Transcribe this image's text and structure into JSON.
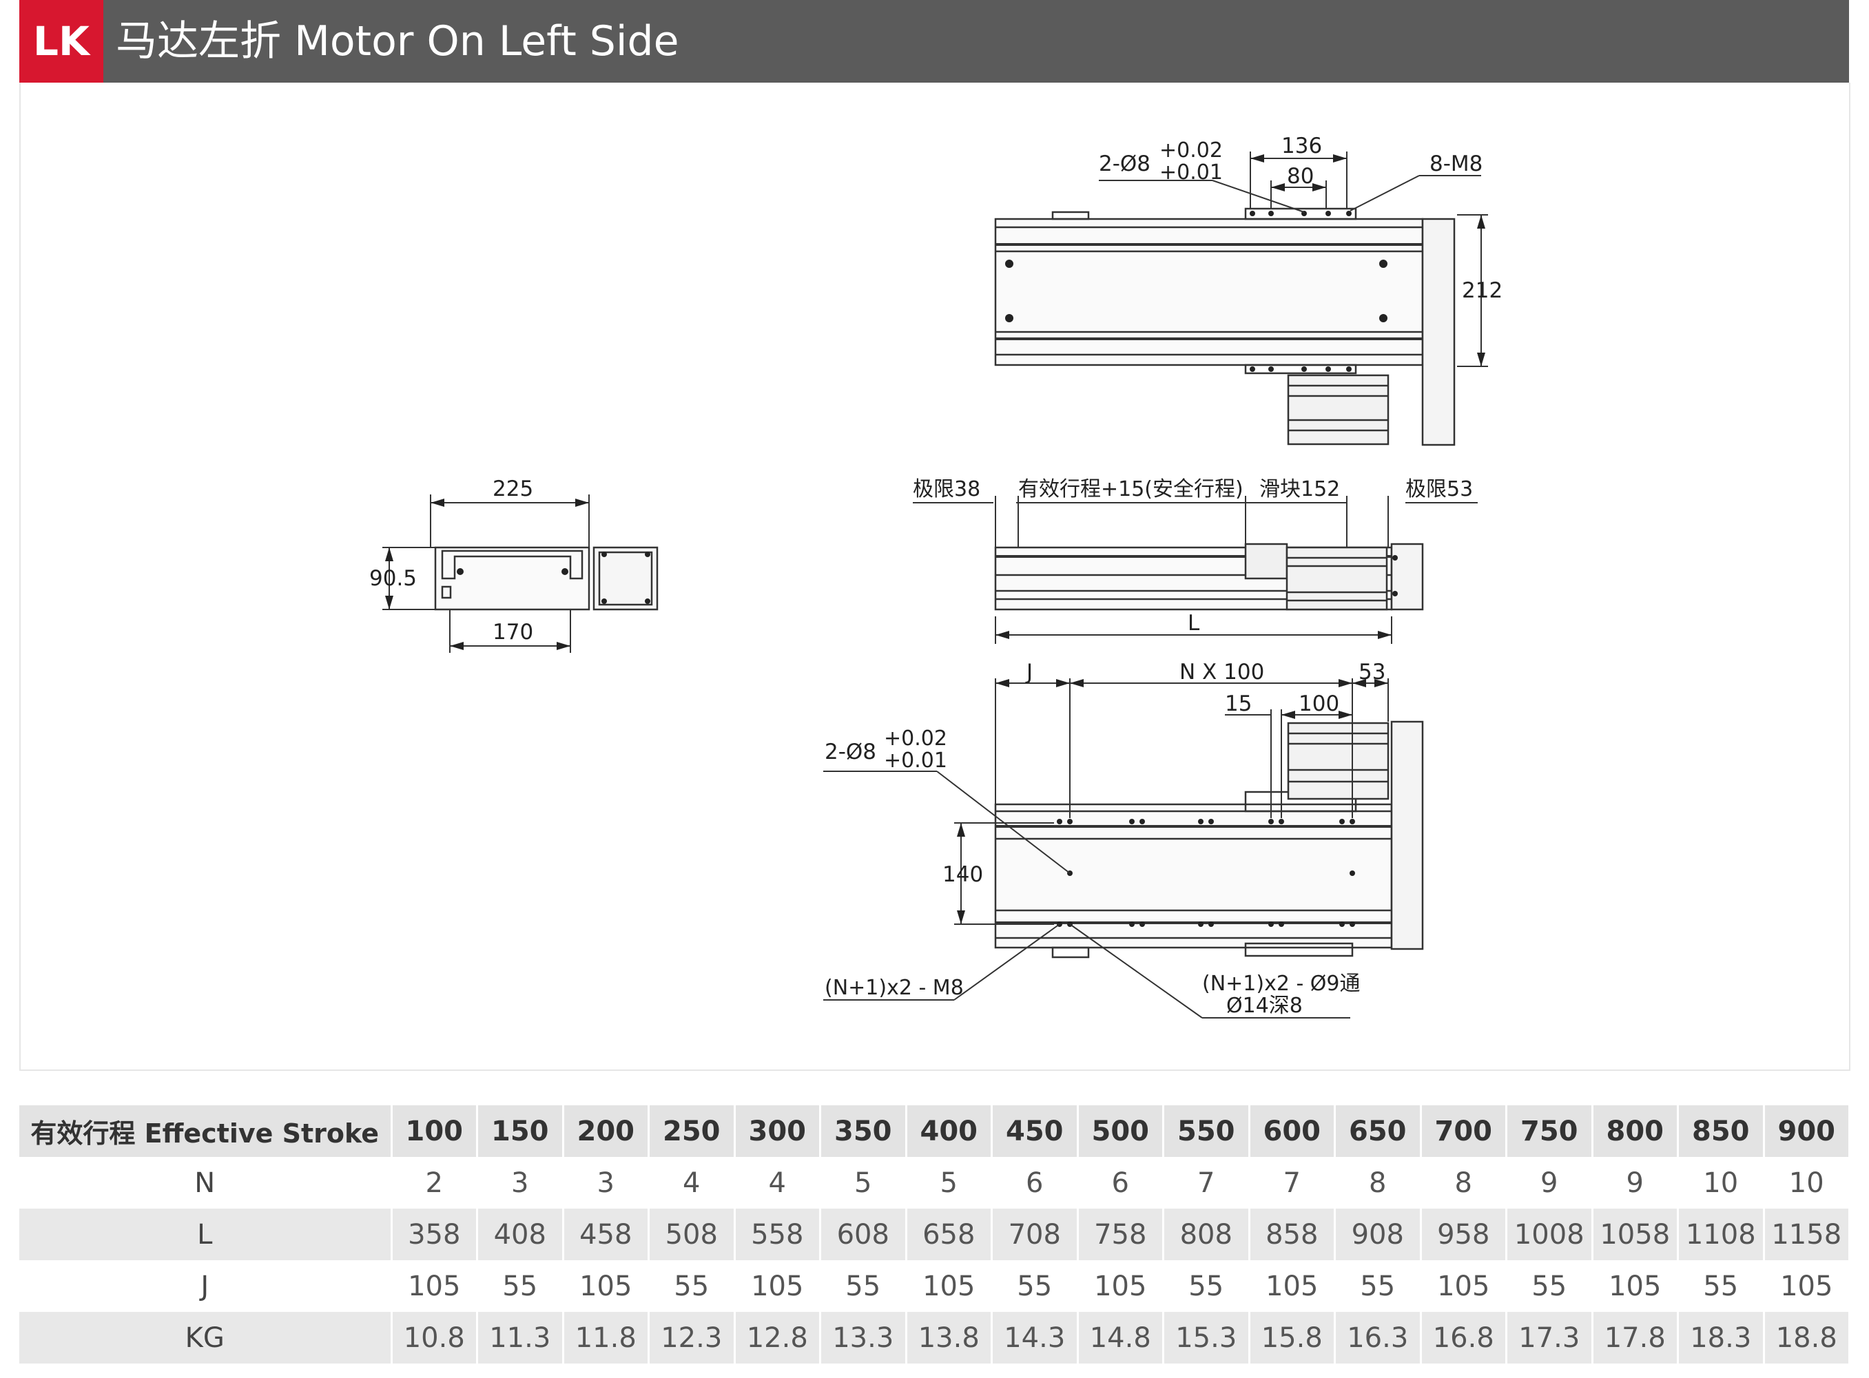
{
  "header": {
    "code": "LK",
    "title": "马达左折 Motor On Left Side"
  },
  "drawing": {
    "top_view": {
      "pin_callout": "2-Ø8",
      "tol_upper": "+0.02",
      "tol_lower": "+0.01",
      "dim_136": "136",
      "dim_80": "80",
      "thread_callout": "8-M8",
      "dim_212": "212"
    },
    "end_view": {
      "dim_225": "225",
      "dim_90_5": "90.5",
      "dim_170": "170"
    },
    "side_view": {
      "limit_left": "极限38",
      "stroke_note": "有效行程+15(安全行程)",
      "slider": "滑块152",
      "limit_right": "极限53",
      "length": "L"
    },
    "bottom_view": {
      "dim_j": "J",
      "dim_pitch": "N X 100",
      "dim_53": "53",
      "dim_15": "15",
      "dim_100": "100",
      "pin_callout": "2-Ø8",
      "tol_upper": "+0.02",
      "tol_lower": "+0.01",
      "dim_140": "140",
      "thread_callout": "(N+1)x2 - M8",
      "hole_callout_1": "(N+1)x2 - Ø9通",
      "hole_callout_2": "Ø14深8"
    }
  },
  "table": {
    "header_label": "有效行程 Effective Stroke",
    "strokes": [
      "100",
      "150",
      "200",
      "250",
      "300",
      "350",
      "400",
      "450",
      "500",
      "550",
      "600",
      "650",
      "700",
      "750",
      "800",
      "850",
      "900"
    ],
    "rows": [
      {
        "label": "N",
        "values": [
          "2",
          "3",
          "3",
          "4",
          "4",
          "5",
          "5",
          "6",
          "6",
          "7",
          "7",
          "8",
          "8",
          "9",
          "9",
          "10",
          "10"
        ]
      },
      {
        "label": "L",
        "values": [
          "358",
          "408",
          "458",
          "508",
          "558",
          "608",
          "658",
          "708",
          "758",
          "808",
          "858",
          "908",
          "958",
          "1008",
          "1058",
          "1108",
          "1158"
        ]
      },
      {
        "label": "J",
        "values": [
          "105",
          "55",
          "105",
          "55",
          "105",
          "55",
          "105",
          "55",
          "105",
          "55",
          "105",
          "55",
          "105",
          "55",
          "105",
          "55",
          "105"
        ]
      },
      {
        "label": "KG",
        "values": [
          "10.8",
          "11.3",
          "11.8",
          "12.3",
          "12.8",
          "13.3",
          "13.8",
          "14.3",
          "14.8",
          "15.3",
          "15.8",
          "16.3",
          "16.8",
          "17.3",
          "17.8",
          "18.3",
          "18.8"
        ]
      }
    ]
  }
}
